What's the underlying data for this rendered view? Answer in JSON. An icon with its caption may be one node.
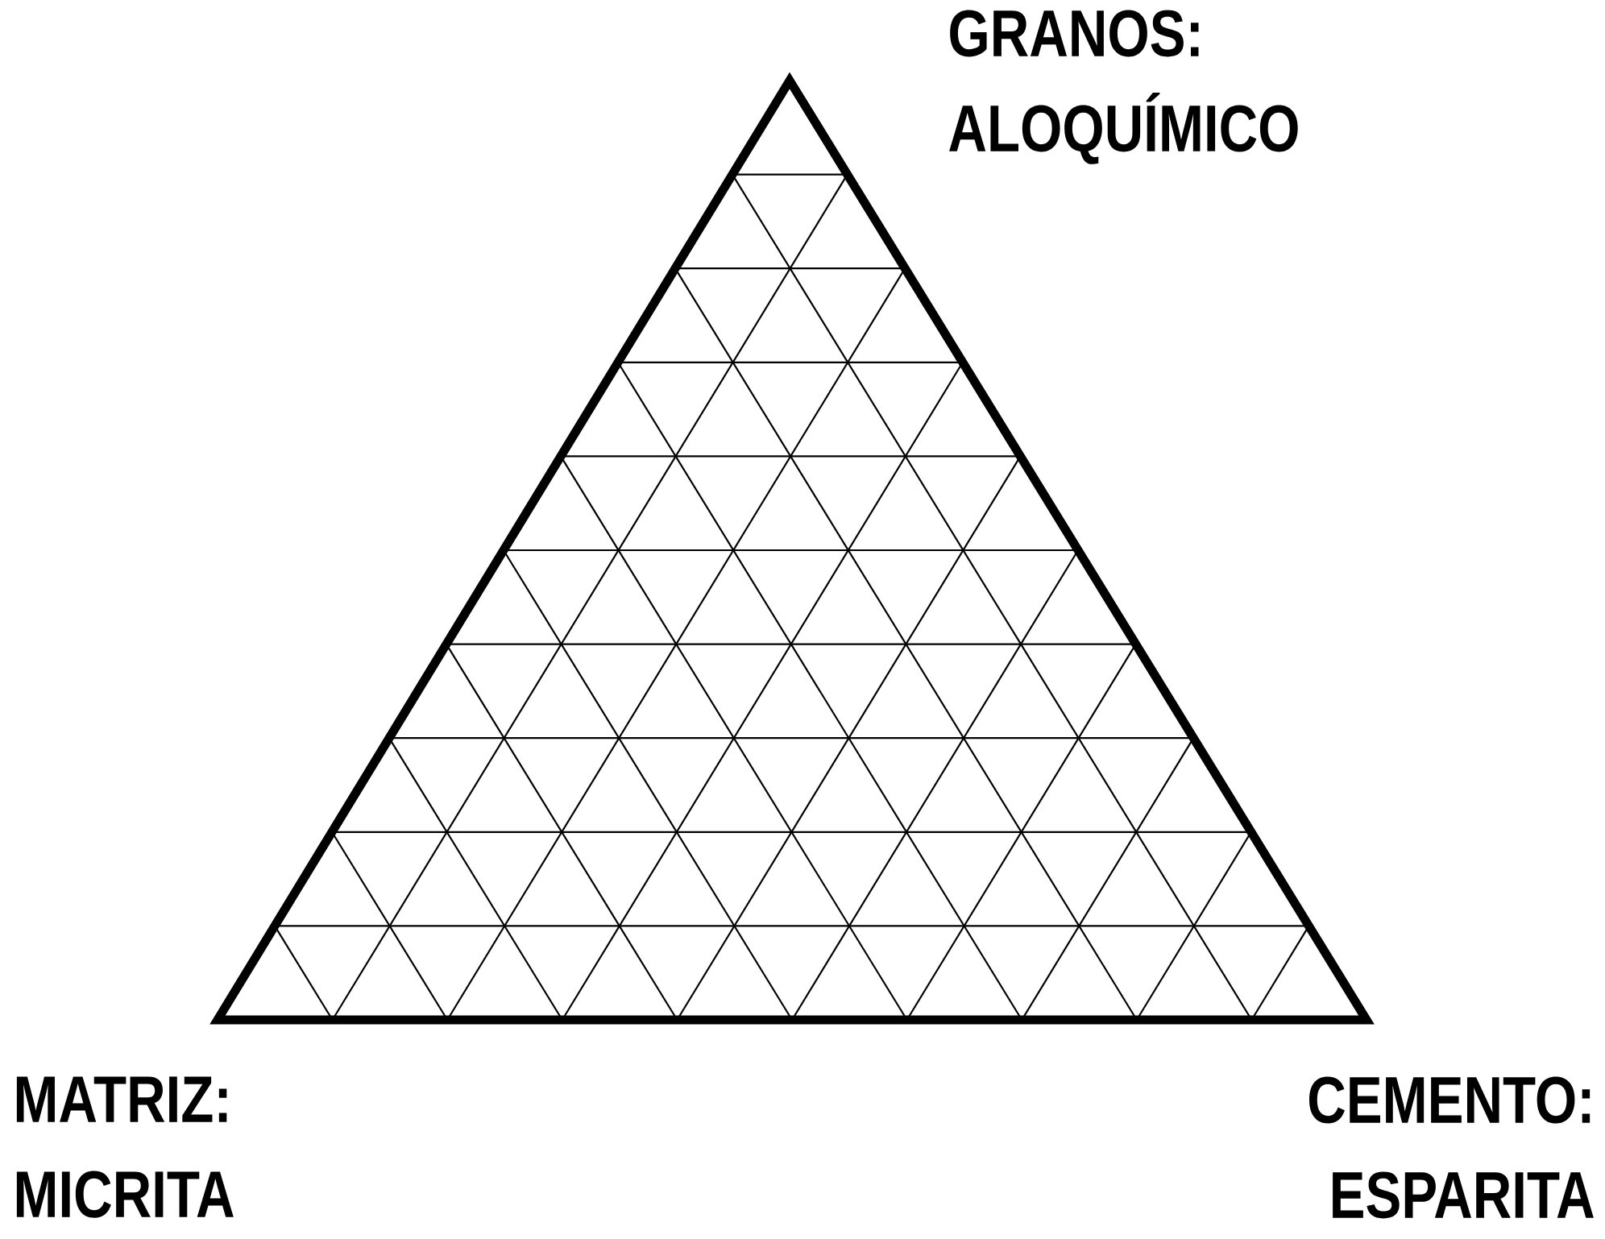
{
  "diagram": {
    "labels": [
      "GRANOS: ALOQUÍMICO",
      "MATRIZ: MICRITA",
      "CEMENTO: ESPARITA"
    ]
  }
}
